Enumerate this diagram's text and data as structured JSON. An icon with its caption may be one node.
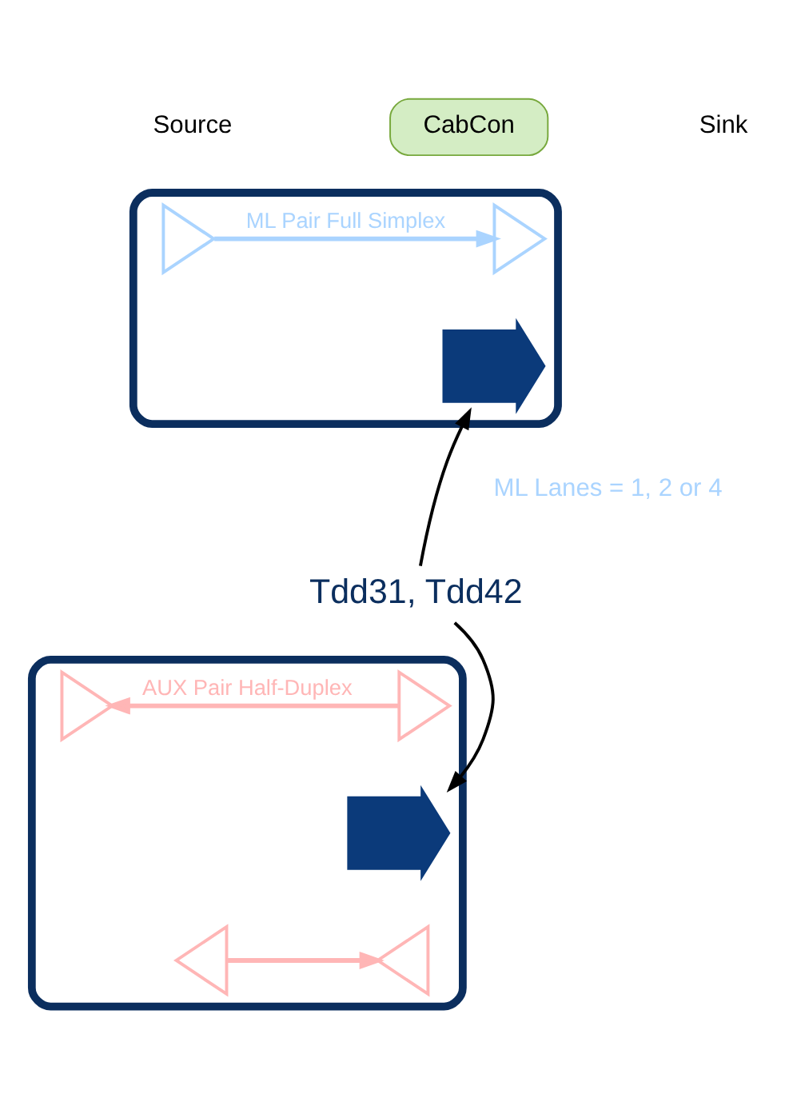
{
  "diagram": {
    "nodes": [
      {
        "text": [
          "CabCon"
        ]
      },
      {
        "text": [],
        "shape": "box"
      },
      {
        "text": [],
        "shape": "triangle",
        "in": 1
      },
      {
        "text": [],
        "shape": "triangle",
        "in": 1
      },
      {
        "text": [],
        "shape": "arrow",
        "in": 1
      },
      {
        "text": [],
        "shape": "box"
      },
      {
        "text": [],
        "shape": "triangle",
        "in": 5
      },
      {
        "text": [],
        "shape": "triangle",
        "in": 5
      },
      {
        "text": [],
        "shape": "triangle",
        "in": 5
      },
      {
        "text": [],
        "shape": "triangle",
        "in": 5
      },
      {
        "text": [],
        "shape": "arrow",
        "in": 5
      },
      {
        "text": [
          "Tdd31, Tdd42"
        ]
      }
    ],
    "edges": [
      {
        "from": 2,
        "to": 3,
        "arrow": "to",
        "label": "ML Pair Full Simplex",
        "color": "#aad4ff"
      },
      {
        "from": 6,
        "to": 9,
        "arrow": "to",
        "label": "AUX Pair Half-Duplex",
        "color": "#ffb6b6"
      },
      {
        "from": 8,
        "to": 7,
        "arrow": "to",
        "color": "#ffb6b6"
      },
      {
        "from": 11,
        "to": 4,
        "arrow": "to",
        "color": "#000000"
      },
      {
        "from": 11,
        "to": 10,
        "arrow": "to",
        "color": "#000000"
      }
    ],
    "labels": [
      "Source",
      "Sink",
      "ML Lanes = 1, 2 or 4"
    ]
  }
}
